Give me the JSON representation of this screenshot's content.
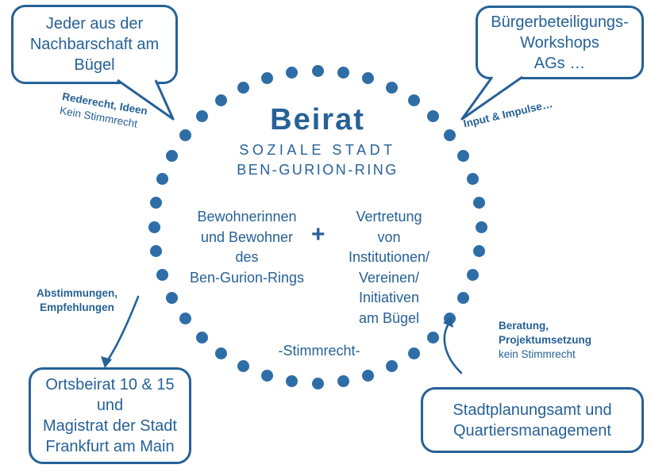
{
  "colors": {
    "primary": "#266197",
    "dot": "#2e6da6"
  },
  "ring": {
    "dot_count": 40
  },
  "circle": {
    "title": "Beirat",
    "subtitle_line1": "SOZIALE STADT",
    "subtitle_line2": "BEN-GURION-RING",
    "left_group": {
      "lines": [
        "Bewohnerinnen",
        "und Bewohner",
        "des",
        "Ben-Gurion-Rings"
      ]
    },
    "plus_sign": "+",
    "right_group": {
      "lines": [
        "Vertretung",
        "von",
        "Institutionen/",
        "Vereinen/",
        "Initiativen",
        "am Bügel"
      ]
    },
    "voting_note": "-Stimmrecht-"
  },
  "bubble_top_left": {
    "lines": [
      "Jeder aus der",
      "Nachbarschaft am",
      "Bügel"
    ]
  },
  "bubble_top_right": {
    "lines": [
      "Bürgerbeteiligungs-",
      "Workshops",
      "AGs …"
    ]
  },
  "box_bottom_left": {
    "lines": [
      "Ortsbeirat 10 & 15",
      "und",
      "Magistrat der Stadt",
      "Frankfurt am Main"
    ]
  },
  "box_bottom_right": {
    "lines": [
      "Stadtplanungsamt und",
      "Quartiersmanagement"
    ]
  },
  "annotation_top_left": {
    "bold": "Rederecht, Ideen",
    "regular": "Kein Stimmrecht"
  },
  "annotation_top_right": {
    "bold": "Input & Impulse…"
  },
  "annotation_bottom_left": {
    "bold_line1": "Abstimmungen,",
    "bold_line2": "Empfehlungen"
  },
  "annotation_bottom_right": {
    "bold_line1": "Beratung,",
    "bold_line2": "Projektumsetzung",
    "regular": "kein Stimmrecht"
  }
}
